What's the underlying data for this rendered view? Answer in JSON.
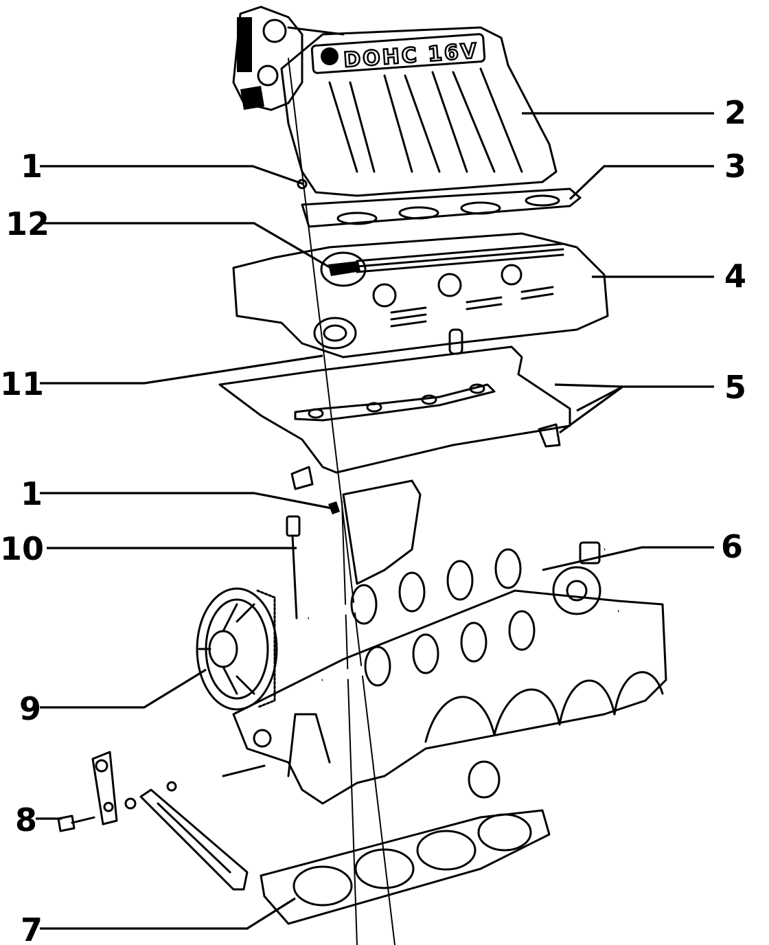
{
  "manifold_marking": "DOHC 16V",
  "callouts": [
    {
      "id": "label-1-top",
      "number": "1",
      "part": "bolt-top"
    },
    {
      "id": "label-2",
      "number": "2",
      "part": "intake-manifold"
    },
    {
      "id": "label-3",
      "number": "3",
      "part": "manifold-gasket"
    },
    {
      "id": "label-12",
      "number": "12",
      "part": "oil-filler-cap"
    },
    {
      "id": "label-4",
      "number": "4",
      "part": "cylinder-head-cover"
    },
    {
      "id": "label-11",
      "number": "11",
      "part": "cap-seal"
    },
    {
      "id": "label-5",
      "number": "5",
      "part": "cover-gaskets"
    },
    {
      "id": "label-1-mid",
      "number": "1",
      "part": "bolt-middle"
    },
    {
      "id": "label-10",
      "number": "10",
      "part": "head-bolt"
    },
    {
      "id": "label-6",
      "number": "6",
      "part": "cylinder-head"
    },
    {
      "id": "label-9",
      "number": "9",
      "part": "camshaft-sprocket"
    },
    {
      "id": "label-8",
      "number": "8",
      "part": "bracket-bolt"
    },
    {
      "id": "label-7",
      "number": "7",
      "part": "head-gasket"
    }
  ]
}
